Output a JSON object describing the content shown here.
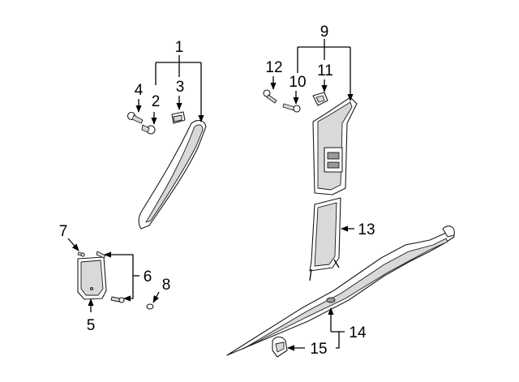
{
  "callouts": {
    "c1": "1",
    "c2": "2",
    "c3": "3",
    "c4": "4",
    "c5": "5",
    "c6": "6",
    "c7": "7",
    "c8": "8",
    "c9": "9",
    "c10": "10",
    "c11": "11",
    "c12": "12",
    "c13": "13",
    "c14": "14",
    "c15": "15"
  },
  "colors": {
    "line": "#000000",
    "part_fill": "#ffffff",
    "part_shade": "#d9d9d9"
  }
}
